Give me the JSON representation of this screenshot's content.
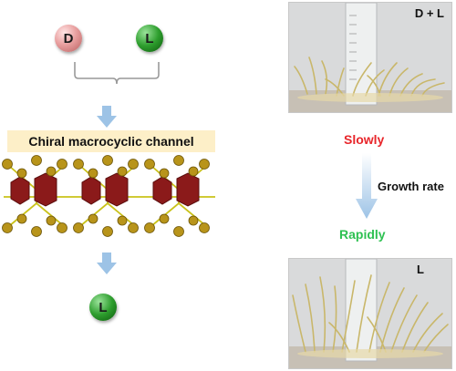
{
  "left_panel": {
    "molecule_d": "D",
    "molecule_l": "L",
    "channel_label": "Chiral macrocyclic channel",
    "product_l": "L"
  },
  "right_panel": {
    "photo_top_label": "D + L",
    "photo_bottom_label": "L",
    "slow_label": "Slowly",
    "rapid_label": "Rapidly",
    "rate_label": "Growth rate"
  },
  "colors": {
    "slow": "#e8262b",
    "rapid": "#2ec152",
    "arrow": "#9dc3e6",
    "channel_bg": "#fdefc8",
    "hexagon": "#8b1a1a",
    "sphere": "#b8941a"
  }
}
